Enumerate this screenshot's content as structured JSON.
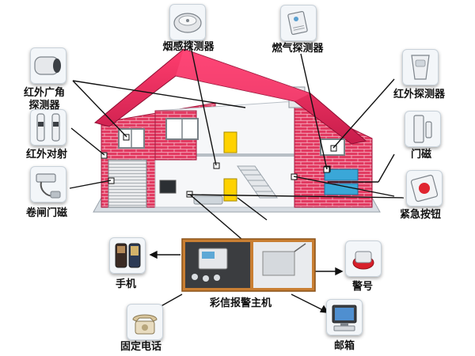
{
  "labels": {
    "smoke_detector": "烟感探测器",
    "gas_detector": "燃气探测器",
    "ir_wide_angle_detector": "红外广角\n探测器",
    "ir_detector": "红外探测器",
    "ir_beam": "红外对射",
    "door_magnet": "门磁",
    "shutter_door_magnet": "卷闸门磁",
    "emergency_button": "紧急按钮",
    "mobile_phone": "手机",
    "alarm_siren": "警号",
    "alarm_host": "彩信报警主机",
    "landline_phone": "固定电话",
    "mailbox": "邮箱"
  },
  "icons": {
    "smoke_detector": "smoke-detector-icon",
    "gas_detector": "gas-detector-icon",
    "ir_wide_angle_detector": "ir-wide-angle-detector-icon",
    "ir_detector": "ir-detector-icon",
    "ir_beam": "ir-beam-icon",
    "door_magnet": "door-magnet-icon",
    "shutter_door_magnet": "shutter-door-magnet-icon",
    "emergency_button": "emergency-button-icon",
    "mobile_phone": "mobile-phone-icon",
    "alarm_siren": "alarm-siren-icon",
    "landline_phone": "landline-phone-icon",
    "mailbox": "computer-mailbox-icon"
  },
  "colors": {
    "roof": "#e0245a",
    "brick": "#e23b62",
    "host_panel": "#c97f33",
    "connector": "#111111"
  }
}
